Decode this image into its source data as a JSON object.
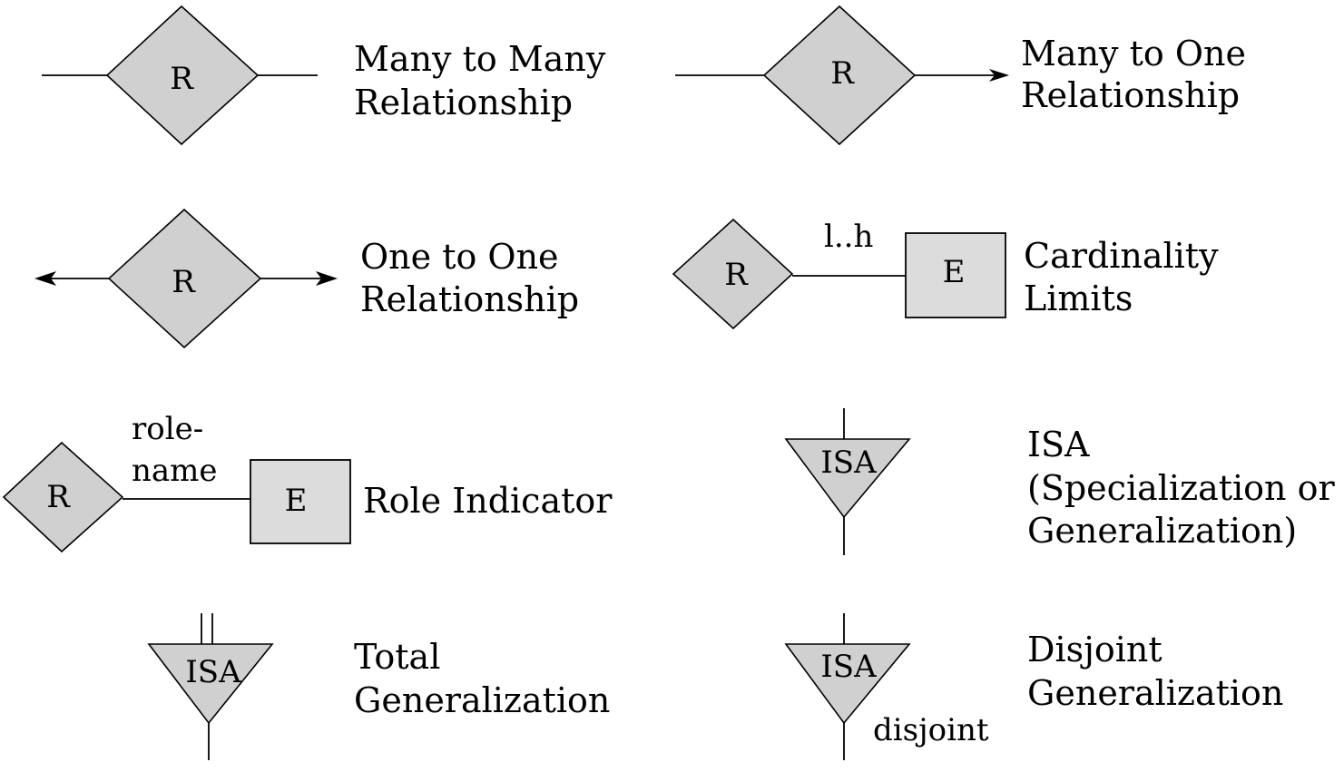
{
  "symbols": {
    "relationship": "R",
    "entity": "E",
    "isa": "ISA"
  },
  "captions": {
    "many_to_many": [
      "Many to Many",
      "Relationship"
    ],
    "many_to_one": [
      "Many to One",
      "Relationship"
    ],
    "one_to_one": [
      "One to One",
      "Relationship"
    ],
    "cardinality": [
      "Cardinality",
      "Limits"
    ],
    "role_indicator": [
      "Role Indicator"
    ],
    "isa": [
      "ISA",
      "(Specialization or",
      "Generalization)"
    ],
    "total_generalization": [
      "Total",
      "Generalization"
    ],
    "disjoint_generalization": [
      "Disjoint",
      "Generalization"
    ]
  },
  "labels": {
    "cardinality_limit": "l..h",
    "role_name": [
      "role-",
      "name"
    ],
    "disjoint": "disjoint"
  }
}
